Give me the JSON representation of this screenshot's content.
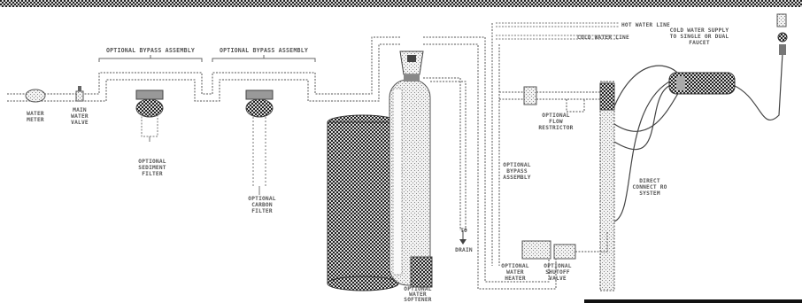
{
  "diagram": {
    "labels": {
      "water_meter": [
        "WATER",
        "METER"
      ],
      "main_water_valve": [
        "MAIN",
        "WATER",
        "VALVE"
      ],
      "optional_bypass_1": [
        "OPTIONAL BYPASS ASSEMBLY"
      ],
      "optional_bypass_2": [
        "OPTIONAL BYPASS ASSEMBLY"
      ],
      "sediment_filter": [
        "OPTIONAL",
        "SEDIMENT",
        "FILTER"
      ],
      "carbon_filter": [
        "OPTIONAL",
        "CARBON",
        "FILTER"
      ],
      "hot_water_line": "HOT WATER LINE",
      "cold_water_line": "COLD WATER LINE",
      "cold_water_supply_faucet": [
        "COLD WATER SUPPLY",
        "TO SINGLE OR DUAL",
        "FAUCET"
      ],
      "optional_flow_restrictor": [
        "OPTIONAL",
        "FLOW",
        "RESTRICTOR"
      ],
      "optional_bypass_assembly_vertical": [
        "OPTIONAL",
        "BYPASS",
        "ASSEMBLY"
      ],
      "water_softener": [
        "OPTIONAL",
        "WATER",
        "SOFTENER"
      ],
      "to_drain": [
        "TO",
        "DRAIN"
      ],
      "optional_water_heater": [
        "OPTIONAL",
        "WATER",
        "HEATER"
      ],
      "optional_shutoff_valve": [
        "OPTIONAL",
        "SHUTOFF",
        "VALVE"
      ],
      "direct_connect_ro": [
        "DIRECT",
        "CONNECT RO",
        "SYSTEM"
      ]
    }
  }
}
